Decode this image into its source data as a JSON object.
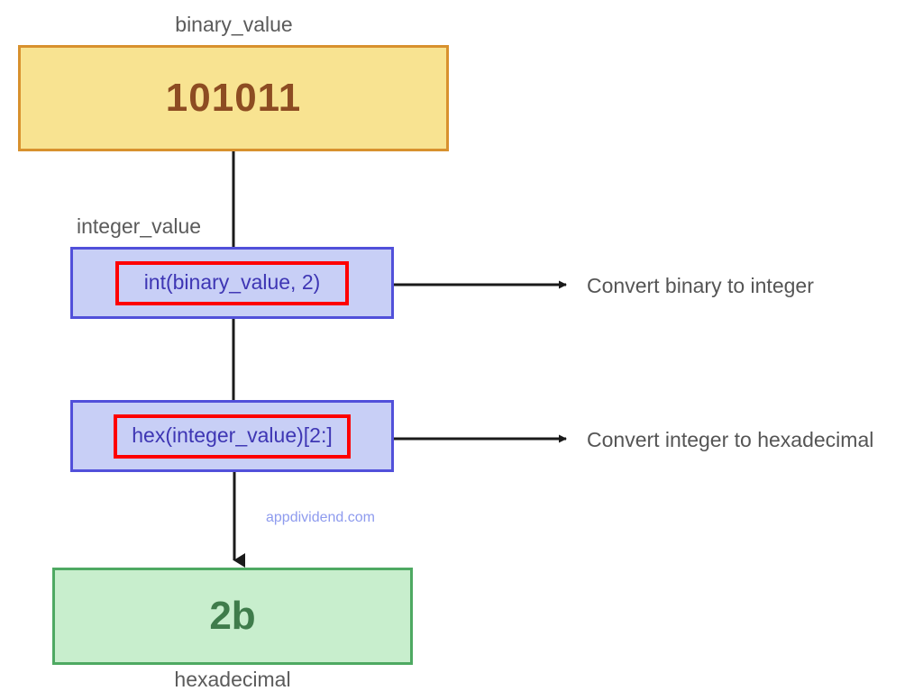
{
  "diagram": {
    "title_caption": "binary_value",
    "nodes": {
      "binary": {
        "caption": "binary_value",
        "value": "101011",
        "fill": "#f8e391",
        "stroke": "#d8912e",
        "text_color": "#8d4c22"
      },
      "integer": {
        "caption": "integer_value",
        "code": "int(binary_value, 2)",
        "fill": "#c8cff6",
        "stroke": "#5150da",
        "chip_stroke": "#fe0000",
        "text_color": "#3e36b4"
      },
      "hex_step": {
        "code": "hex(integer_value)[2:]",
        "fill": "#c8cff6",
        "stroke": "#5150da",
        "chip_stroke": "#fe0000",
        "text_color": "#3e36b4"
      },
      "hexadecimal": {
        "caption": "hexadecimal",
        "value": "2b",
        "fill": "#c8eecd",
        "stroke": "#4ea962",
        "text_color": "#3f7c4b"
      }
    },
    "annotations": [
      {
        "label": "Convert binary to integer"
      },
      {
        "label": "Convert integer to hexadecimal"
      }
    ],
    "watermark": "appdividend.com",
    "edge_color": "#1a1a1a"
  }
}
